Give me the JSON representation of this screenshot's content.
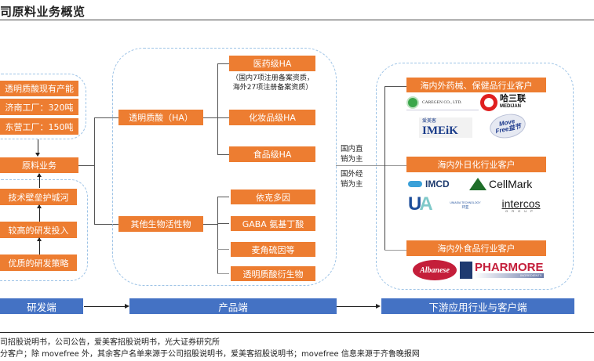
{
  "title": "司原料业务概览",
  "research": {
    "capacity_title": "透明质酸现有产能",
    "capacity_items": [
      "济南工厂：320吨",
      "东营工厂：150吨"
    ],
    "raw_material": "原料业务",
    "rd_chain": [
      "技术壁垒护城河",
      "较高的研发投入",
      "优质的研发策略"
    ]
  },
  "products": {
    "ha": {
      "label": "透明质酸（HA）",
      "grades": [
        "医药级HA",
        "化妆品级HA",
        "食品级HA"
      ],
      "pharma_note": [
        "（国内7项注册备案资质，",
        "海外27项注册备案资质）"
      ]
    },
    "other": {
      "label": "其他生物活性物",
      "items": [
        "依克多因",
        "GABA 氨基丁酸",
        "麦角硫因等",
        "透明质酸衍生物"
      ]
    }
  },
  "channels": {
    "domestic": [
      "国内直",
      "销为主"
    ],
    "overseas": [
      "国外经",
      "销为主"
    ]
  },
  "customers": {
    "pharma": {
      "label": "海内外药械、保健品行业客户",
      "logos": [
        "CAREGEN CO., LTD.",
        "哈三联 MEDIJAN",
        "爱美客 IMEiK",
        "Move Free 益节"
      ]
    },
    "daily": {
      "label": "海内外日化行业客户",
      "logos": [
        "IMCD",
        "CellMark",
        "UNIASIA TECHNOLOGY 环亚",
        "intercos GROUP"
      ]
    },
    "food": {
      "label": "海内外食品行业客户",
      "logos": [
        "Albanese",
        "PHARMORE INGREDIENTS"
      ]
    }
  },
  "stages": [
    "研发端",
    "产品端",
    "下游应用行业与客户端"
  ],
  "footer": {
    "source": "司招股说明书，公司公告，爱美客招股说明书，光大证券研究所",
    "note": "分客户；除 movefree 外，其余客户名单来源于公司招股说明书，爱美客招股说明书；movefree 信息来源于齐鲁晚报网"
  },
  "colors": {
    "orange": "#ed7d31",
    "blue": "#4472c4",
    "group_border": "#9dc3e6"
  }
}
